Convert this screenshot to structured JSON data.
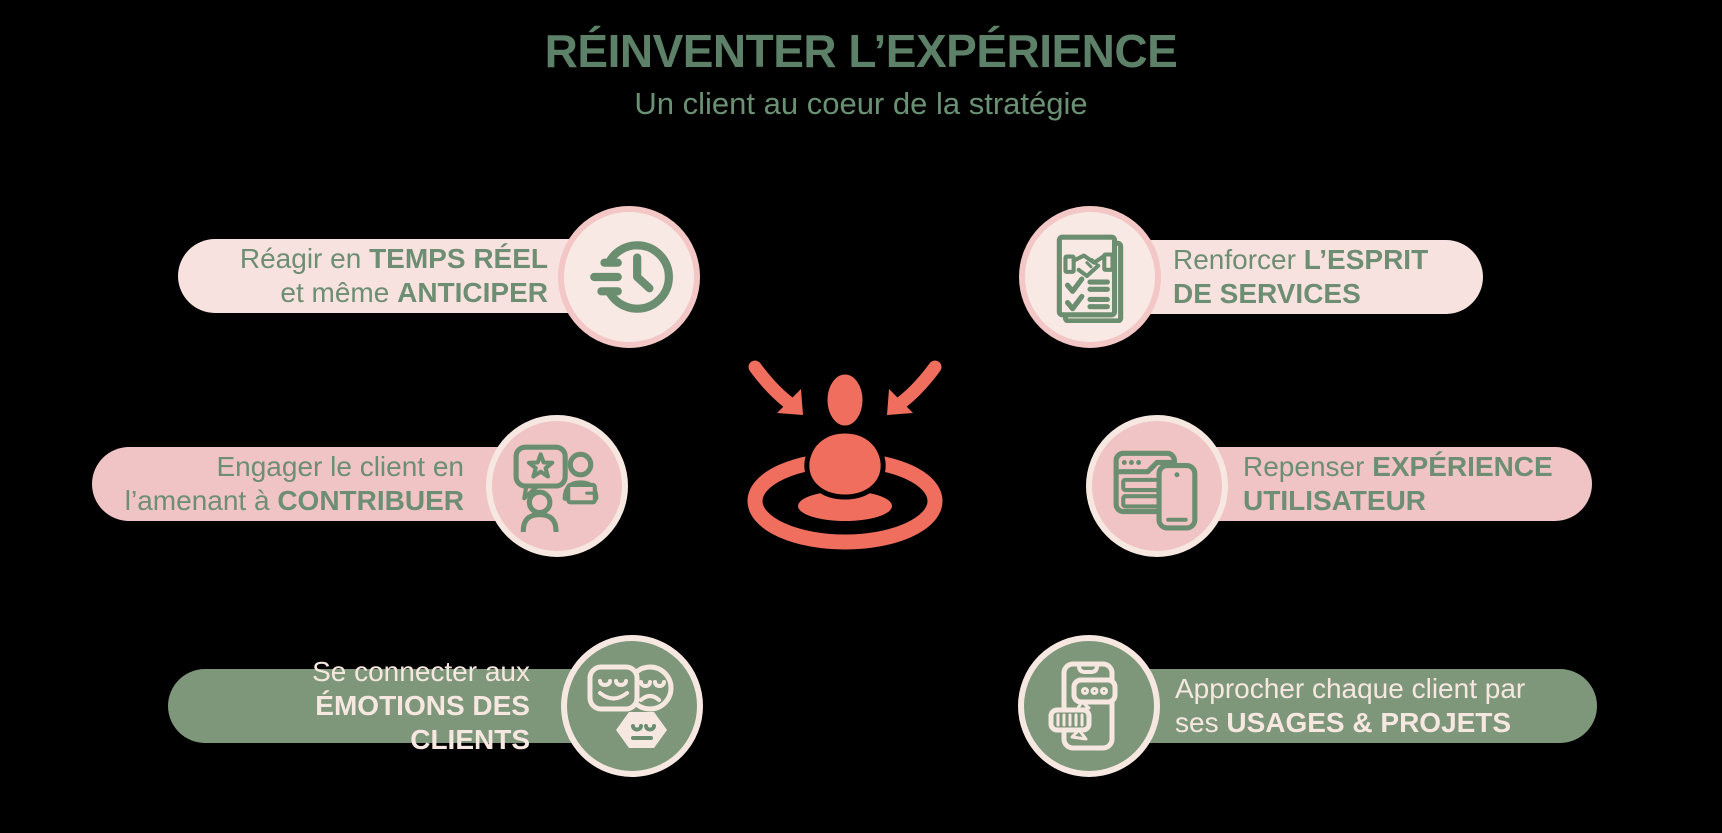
{
  "title": "RÉINVENTER L’EXPÉRIENCE",
  "subtitle": "Un client au coeur de la stratégie",
  "center_icon": "customer-target-icon",
  "colors": {
    "background": "#000000",
    "title_green": "#5d8168",
    "subtitle_green": "#6b9174",
    "text_green": "#6d8e72",
    "icon_green": "#6b8d70",
    "light_pink": "#f8e2df",
    "light_pink_fill": "#f9e9e4",
    "pink_border": "#f3c7c6",
    "dark_pink": "#f0c4c4",
    "cream": "#f6e8e1",
    "sage_green": "#7e977b",
    "coral": "#ef6e5e"
  },
  "items": [
    {
      "id": "reagir-temps-reel",
      "icon": "speed-clock-icon",
      "line1": {
        "pre": "Réagir en ",
        "bold": "TEMPS RÉEL"
      },
      "line2": {
        "pre": "et même ",
        "bold": "ANTICIPER"
      }
    },
    {
      "id": "renforcer-esprit-services",
      "icon": "handshake-checklist-icon",
      "line1": {
        "pre": "Renforcer ",
        "bold": "L’ESPRIT"
      },
      "line2": {
        "pre": "",
        "bold": "DE SERVICES"
      }
    },
    {
      "id": "engager-contribuer",
      "icon": "star-chat-people-icon",
      "line1": {
        "pre": "Engager le client en",
        "bold": ""
      },
      "line2": {
        "pre": "l’amenant à ",
        "bold": "CONTRIBUER"
      }
    },
    {
      "id": "repenser-experience-utilisateur",
      "icon": "browser-phone-icon",
      "line1": {
        "pre": "Repenser ",
        "bold": "EXPÉRIENCE"
      },
      "line2": {
        "pre": "",
        "bold": "UTILISATEUR"
      }
    },
    {
      "id": "emotions-clients",
      "icon": "emotion-faces-icon",
      "line1": {
        "pre": "Se connecter aux",
        "bold": ""
      },
      "line2": {
        "pre": "",
        "bold": "ÉMOTIONS DES CLIENTS"
      }
    },
    {
      "id": "usages-projets",
      "icon": "phone-chat-icon",
      "line1": {
        "pre": "Approcher chaque client par",
        "bold": ""
      },
      "line2": {
        "pre": "ses ",
        "bold": "USAGES & PROJETS"
      }
    }
  ]
}
